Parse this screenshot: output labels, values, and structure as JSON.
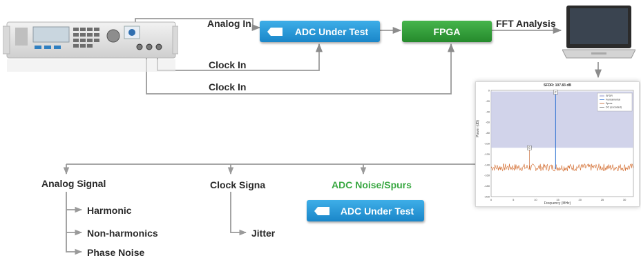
{
  "flow": {
    "analog_in": "Analog In",
    "clock_in_1": "Clock In",
    "clock_in_2": "Clock In",
    "fft_analysis": "FFT Analysis",
    "adc_box": "ADC Under Test",
    "fpga_box": "FPGA"
  },
  "categories": {
    "analog_signal": {
      "title": "Analog Signal",
      "items": [
        "Harmonic",
        "Non-harmonics",
        "Phase Noise"
      ]
    },
    "clock_signal": {
      "title": "Clock Signa",
      "items": [
        "Jitter"
      ]
    },
    "adc_noise": {
      "title": "ADC Noise/Spurs",
      "box": "ADC Under Test"
    }
  },
  "fft_plot": {
    "title": "SFDR: 107.83 dB",
    "xlabel": "Frequency (MHz)",
    "ylabel": "Power (dB)",
    "yticks": [
      "0",
      "-20",
      "-40",
      "-60",
      "-80",
      "-100",
      "-120",
      "-140",
      "-160",
      "-180",
      "-200"
    ],
    "xticks": [
      "0",
      "5",
      "10",
      "15",
      "20",
      "25",
      "30"
    ],
    "legend": [
      "SFDR",
      "Fundamental",
      "Spurs",
      "DC (excluded)"
    ],
    "marker_f": "F",
    "marker_s": "S"
  },
  "colors": {
    "adc_blue": "#1a86c9",
    "fpga_green": "#258a2c",
    "noise_label_green": "#3aa843",
    "line_gray": "#9a9a9a",
    "noise_orange": "#d2692a",
    "sfdr_band": "#c9cbe6"
  }
}
